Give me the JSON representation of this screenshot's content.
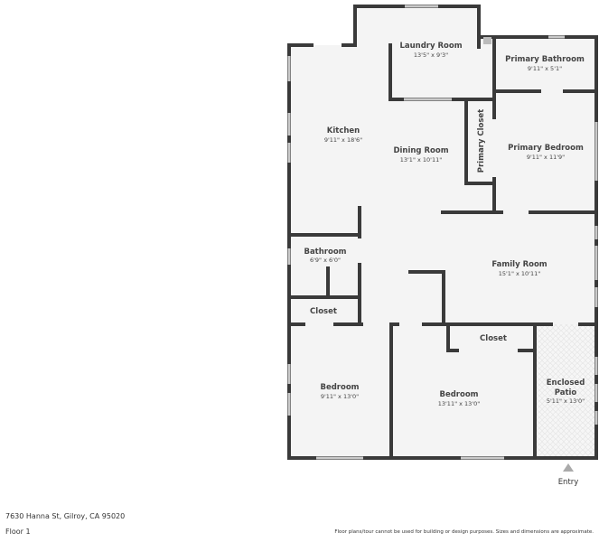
{
  "rooms": {
    "laundry": {
      "name": "Laundry Room",
      "dims": "13'5\" x 9'3\""
    },
    "primary_bathroom": {
      "name": "Primary Bathroom",
      "dims": "9'11\" x 5'1\""
    },
    "kitchen": {
      "name": "Kitchen",
      "dims": "9'11\" x 18'6\""
    },
    "dining": {
      "name": "Dining Room",
      "dims": "13'1\" x 10'11\""
    },
    "primary_closet": {
      "name": "Primary Closet"
    },
    "primary_bedroom": {
      "name": "Primary Bedroom",
      "dims": "9'11\" x 11'9\""
    },
    "bathroom": {
      "name": "Bathroom",
      "dims": "6'9\" x 6'0\""
    },
    "family": {
      "name": "Family Room",
      "dims": "15'1\" x 10'11\""
    },
    "closet1": {
      "name": "Closet"
    },
    "closet2": {
      "name": "Closet"
    },
    "bedroom1": {
      "name": "Bedroom",
      "dims": "9'11\" x 13'0\""
    },
    "bedroom2": {
      "name": "Bedroom",
      "dims": "13'11\" x 13'0\""
    },
    "patio": {
      "name_line1": "Enclosed",
      "name_line2": "Patio",
      "dims": "5'11\" x 13'0\""
    }
  },
  "entry": "Entry",
  "footer": {
    "address": "7630 Hanna St, Gilroy, CA 95020",
    "floor": "Floor 1",
    "disclaimer": "Floor plans/tour cannot be used for building or design purposes. Sizes and dimensions are approximate."
  }
}
